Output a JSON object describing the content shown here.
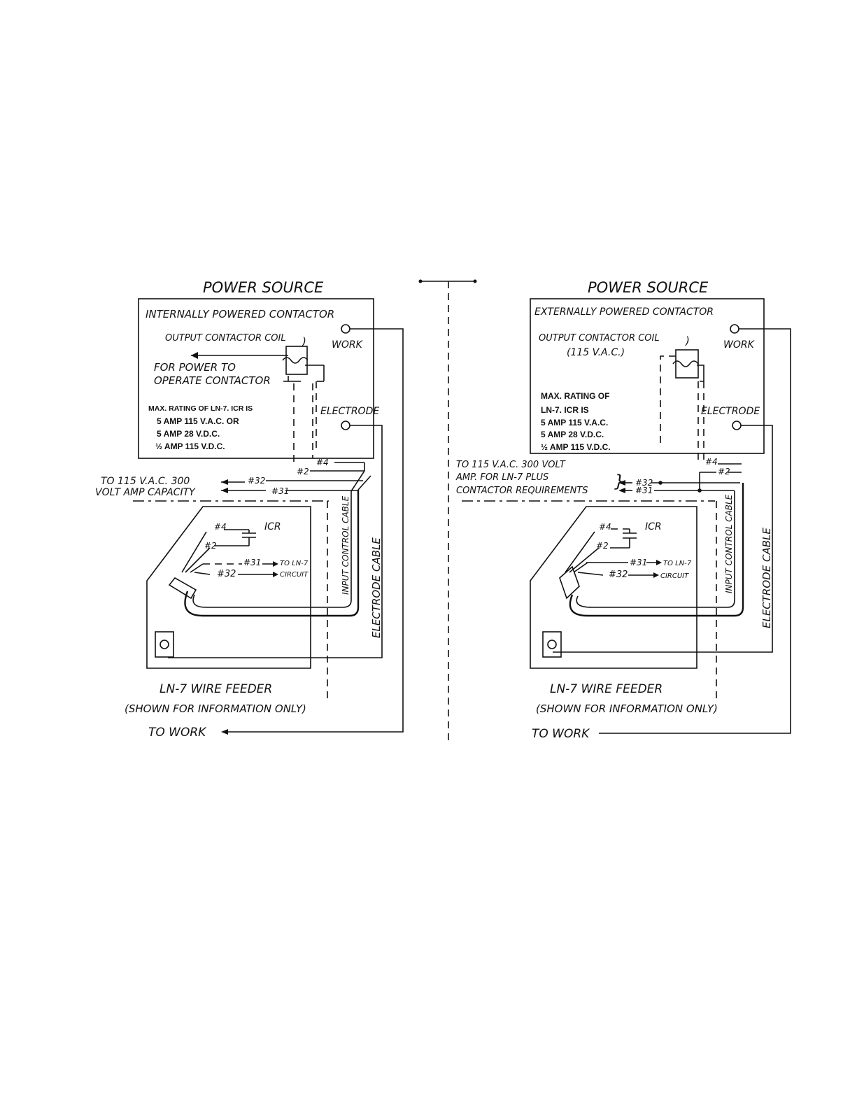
{
  "left": {
    "title": "POWER SOURCE",
    "contactor_label": "INTERNALLY POWERED CONTACTOR",
    "coil_label": "OUTPUT CONTACTOR COIL",
    "power_note_1": "FOR POWER TO",
    "power_note_2": "OPERATE CONTACTOR",
    "work": "WORK",
    "electrode": "ELECTRODE",
    "rating_1": "MAX. RATING OF LN-7. ICR IS",
    "rating_2": "5 AMP 115 V.A.C. OR",
    "rating_3": "5 AMP 28 V.D.C.",
    "rating_4": "½ AMP 115 V.D.C.",
    "w4": "#4",
    "w2": "#2",
    "w32": "#32",
    "w31": "#31",
    "supply_1": "TO 115 V.A.C. 300",
    "supply_2": "VOLT AMP CAPACITY",
    "icr": "ICR",
    "f4": "#4",
    "f2": "#2",
    "f31": "#31",
    "f32": "#32",
    "to_ln7": "TO LN-7",
    "circuit": "CIRCUIT",
    "input_cable": "INPUT CONTROL CABLE",
    "electrode_cable": "ELECTRODE CABLE",
    "feeder_1": "LN-7 WIRE FEEDER",
    "feeder_2": "(SHOWN FOR INFORMATION ONLY)",
    "to_work": "TO WORK"
  },
  "right": {
    "title": "POWER SOURCE",
    "contactor_label": "EXTERNALLY POWERED CONTACTOR",
    "coil_label": "OUTPUT CONTACTOR COIL",
    "coil_rating": "(115 V.A.C.)",
    "work": "WORK",
    "electrode": "ELECTRODE",
    "rating_1": "MAX. RATING OF",
    "rating_2": "LN-7. ICR IS",
    "rating_3": "5 AMP 115 V.A.C.",
    "rating_4": "5 AMP 28 V.D.C.",
    "rating_5": "½ AMP 115 V.D.C.",
    "w4": "#4",
    "w2": "#2",
    "w32": "#32",
    "w31": "#31",
    "supply_1": "TO 115 V.A.C. 300 VOLT",
    "supply_2": "AMP. FOR LN-7 PLUS",
    "supply_3": "CONTACTOR REQUIREMENTS",
    "icr": "ICR",
    "f4": "#4",
    "f2": "#2",
    "f31": "#31",
    "f32": "#32",
    "to_ln7": "TO LN-7",
    "circuit": "CIRCUIT",
    "input_cable": "INPUT CONTROL CABLE",
    "electrode_cable": "ELECTRODE CABLE",
    "feeder_1": "LN-7 WIRE FEEDER",
    "feeder_2": "(SHOWN FOR INFORMATION ONLY)",
    "to_work": "TO WORK"
  }
}
